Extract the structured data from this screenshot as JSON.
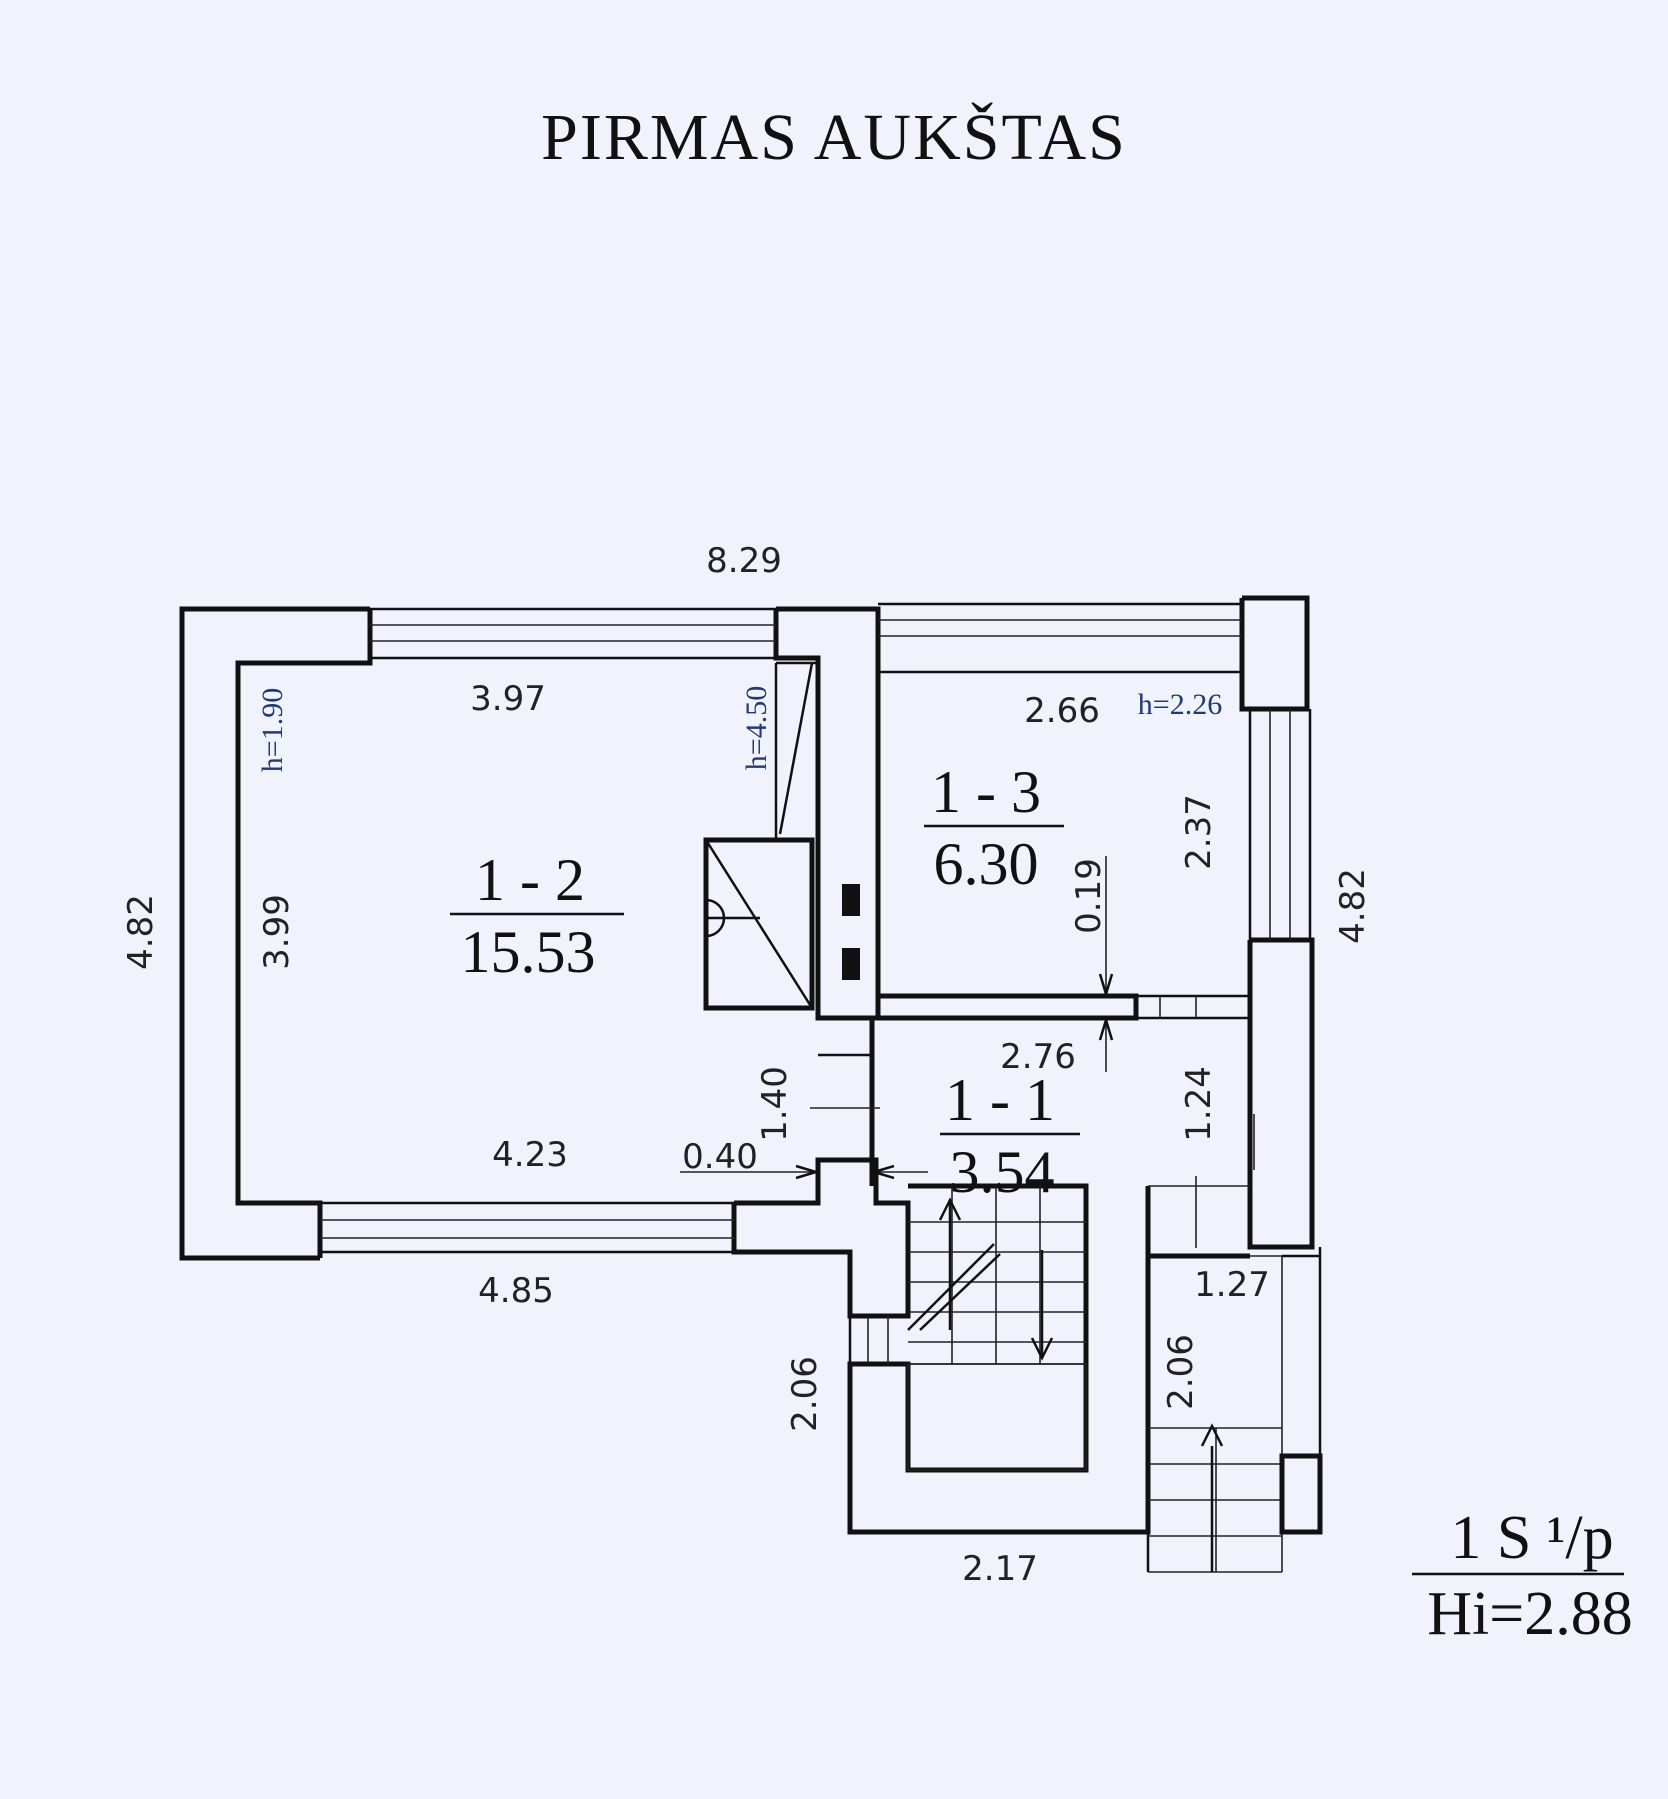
{
  "title": "PIRMAS AUKŠTAS",
  "rooms": [
    {
      "id": "1 - 2",
      "area": "15.53"
    },
    {
      "id": "1 - 3",
      "area": "6.30"
    },
    {
      "id": "1 - 1",
      "area": "3.54"
    }
  ],
  "dimensions": {
    "top_total": "8.29",
    "left_outer": "4.82",
    "right_outer": "4.82",
    "room2_top": "3.97",
    "room2_left": "3.99",
    "room2_height_left": "h=1.90",
    "room2_height_right": "h=4.50",
    "room2_bottom_inner": "4.23",
    "room2_bottom_outer": "4.85",
    "wall_gap": "0.40",
    "corridor_door": "1.40",
    "room3_top": "2.66",
    "room3_height": "h=2.26",
    "room3_right": "2.37",
    "partition": "0.19",
    "room1_top": "2.76",
    "room1_right": "1.24",
    "porch_top": "1.27",
    "stair_left": "2.06",
    "porch_left": "2.06",
    "stair_bottom": "2.17"
  },
  "legend": {
    "line1": "1 S ¹/p",
    "line2": "Hi=2.88"
  }
}
